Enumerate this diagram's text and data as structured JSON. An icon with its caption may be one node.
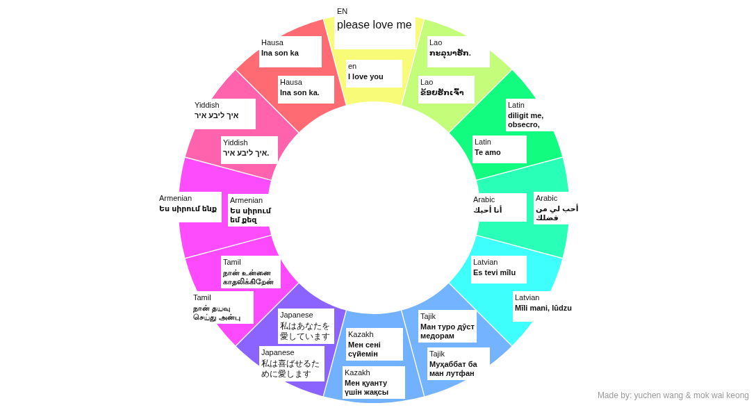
{
  "diagram": {
    "nodes": [
      {
        "text": [],
        "shape": "segment"
      },
      {
        "text": [
          "EN",
          "please love me"
        ]
      },
      {
        "text": [
          "en",
          "I love you"
        ],
        "in": 0
      },
      {
        "text": [],
        "shape": "segment"
      },
      {
        "text": [
          "Lao",
          "ກະລຸນາຮັກ."
        ],
        "in": 3
      },
      {
        "text": [
          "Lao",
          "ຂ້ອຍຮັກເຈົ້າ"
        ],
        "in": 3
      },
      {
        "text": [],
        "shape": "segment"
      },
      {
        "text": [
          "Latin",
          "diligit me, obsecro,"
        ]
      },
      {
        "text": [
          "Latin",
          "Te amo"
        ],
        "in": 6
      },
      {
        "text": [],
        "shape": "segment"
      },
      {
        "text": [
          "Arabic",
          "أحب لي من فضلك"
        ]
      },
      {
        "text": [
          "Arabic",
          "أنا أحبك"
        ]
      },
      {
        "text": [],
        "shape": "segment"
      },
      {
        "text": [
          "Latvian",
          "Mīli mani, lūdzu"
        ]
      },
      {
        "text": [
          "Latvian",
          "Es tevi mīlu"
        ],
        "in": 12
      },
      {
        "text": [],
        "shape": "segment"
      },
      {
        "text": [
          "Tajik",
          "Муҳаббат ба ман лутфан"
        ],
        "in": 15
      },
      {
        "text": [
          "Tajik",
          "Ман туро дӯст медорам"
        ],
        "in": 15
      },
      {
        "text": [],
        "shape": "segment"
      },
      {
        "text": [
          "Kazakh",
          "Мен қуанту үшін жақсы"
        ],
        "in": 18
      },
      {
        "text": [
          "Kazakh",
          "Мен сені сүйемін"
        ],
        "in": 18
      },
      {
        "text": [],
        "shape": "segment"
      },
      {
        "text": [
          "Japanese",
          "私は喜ばせるために愛します"
        ],
        "in": 21
      },
      {
        "text": [
          "Japanese",
          "私はあなたを愛しています"
        ],
        "in": 21
      },
      {
        "text": [],
        "shape": "segment"
      },
      {
        "text": [
          "Tamil",
          "நான் தயவு செய்து அன்பு"
        ],
        "in": 24
      },
      {
        "text": [
          "Tamil",
          "நான் உன்னை காதலிக்கிறேன்"
        ],
        "in": 24
      },
      {
        "text": [],
        "shape": "segment"
      },
      {
        "text": [
          "Armenian",
          "Ես սիրում ենք"
        ]
      },
      {
        "text": [
          "Armenian",
          "Ես սիրում եմ քեզ"
        ]
      },
      {
        "text": [],
        "shape": "segment"
      },
      {
        "text": [
          "Yiddish",
          "איך ליבע איר"
        ],
        "in": 30
      },
      {
        "text": [
          "Yiddish",
          "איך ליבע איר."
        ],
        "in": 30
      },
      {
        "text": [],
        "shape": "segment"
      },
      {
        "text": [
          "Hausa",
          "Ina son ka"
        ],
        "in": 33
      },
      {
        "text": [
          "Hausa",
          "Ina son ka."
        ],
        "in": 33
      }
    ],
    "labels": [
      "Made by: yuchen wang & mok wai keong"
    ]
  }
}
